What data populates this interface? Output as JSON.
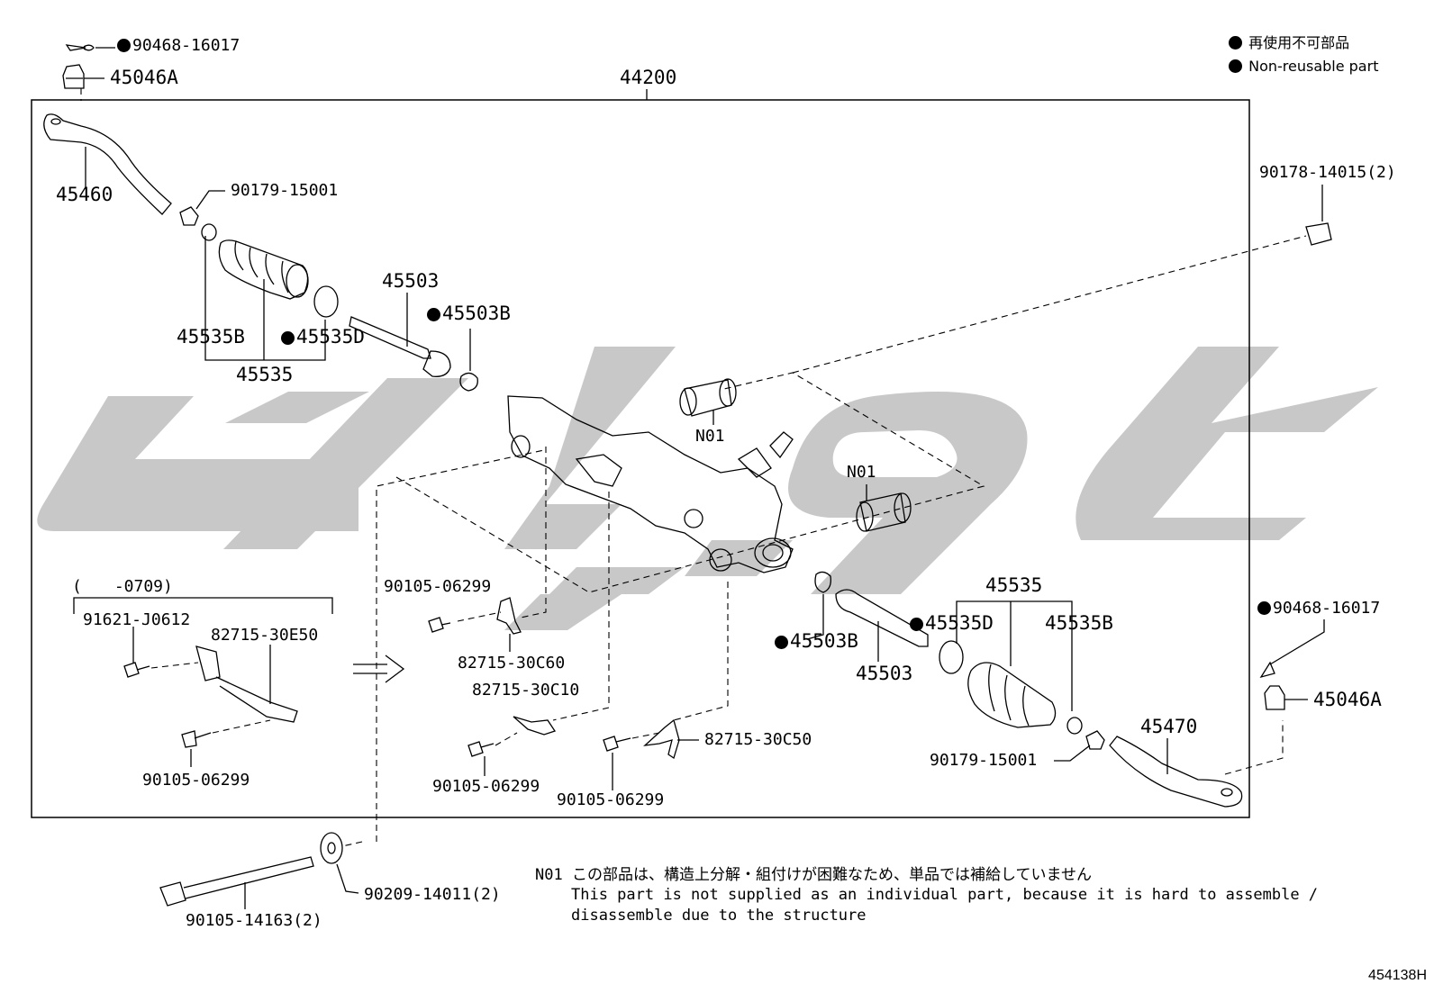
{
  "legend": {
    "jp": "再使用不可部品",
    "en": "Non-reusable part"
  },
  "figure_code": "454138H",
  "frame_label": "44200",
  "parts": {
    "p90468_top": "90468-16017",
    "p45046A_top": "45046A",
    "p45460": "45460",
    "p90179_top": "90179-15001",
    "p45535B_left": "45535B",
    "p45535D_left": "45535D",
    "p45535_left": "45535",
    "p45503_left": "45503",
    "p45503B_left": "45503B",
    "pN01_a": "N01",
    "pN01_b": "N01",
    "p90178": "90178-14015(2)",
    "p45535_right": "45535",
    "p45535D_right": "45535D",
    "p45535B_right": "45535B",
    "p45503B_right": "45503B",
    "p45503_right": "45503",
    "p90468_right": "90468-16017",
    "p45046A_right": "45046A",
    "p45470": "45470",
    "p90179_right": "90179-15001",
    "p0709": "(　　-0709)",
    "p91621": "91621-J0612",
    "p82715_30E50": "82715-30E50",
    "p90105_a": "90105-06299",
    "p90105_b": "90105-06299",
    "p82715_30C60": "82715-30C60",
    "p82715_30C10": "82715-30C10",
    "p90105_c": "90105-06299",
    "p90105_d": "90105-06299",
    "p82715_30C50": "82715-30C50",
    "p90105_14163": "90105-14163(2)",
    "p90209": "90209-14011(2)"
  },
  "note": {
    "code": "N01",
    "jp": "この部品は、構造上分解・組付けが困難なため、単品では補給していません",
    "en_line1": "This part is not supplied as an individual part, because it is hard to assemble /",
    "en_line2": "disassemble due to the structure"
  },
  "colors": {
    "watermark": "#c8c8c8",
    "ink": "#000000"
  }
}
